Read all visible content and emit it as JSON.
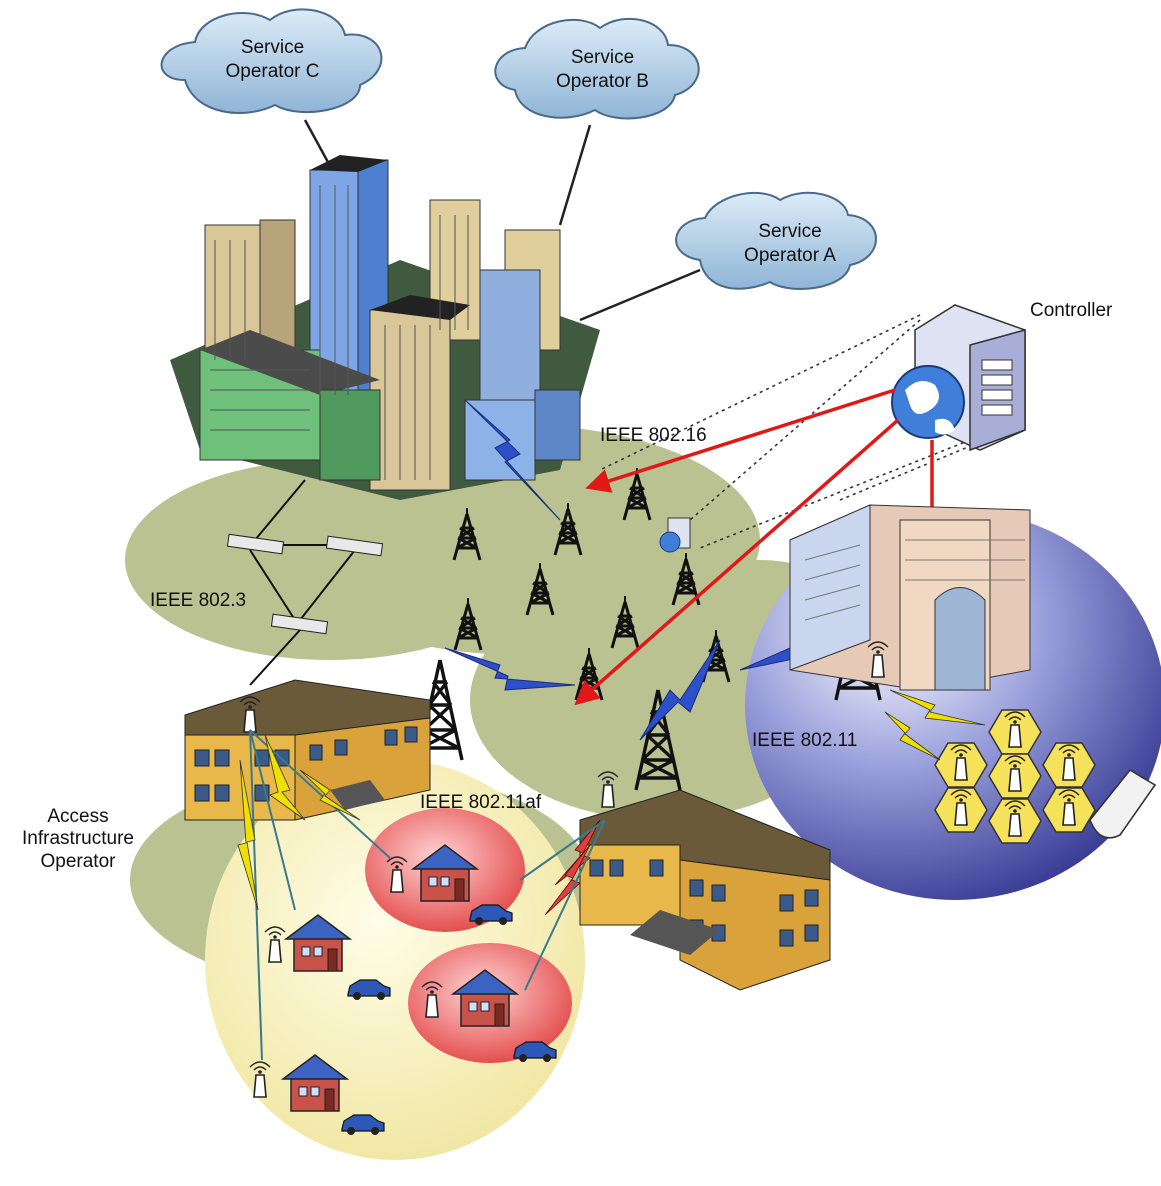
{
  "clouds": {
    "c": {
      "line1": "Service",
      "line2": "Operator C"
    },
    "b": {
      "line1": "Service",
      "line2": "Operator B"
    },
    "a": {
      "line1": "Service",
      "line2": "Operator A"
    }
  },
  "labels": {
    "controller": "Controller",
    "ieee_802_16": "IEEE 802.16",
    "ieee_802_3": "IEEE 802.3",
    "ieee_802_11": "IEEE 802.11",
    "ieee_802_11af": "IEEE 802.11af",
    "access_operator": {
      "line1": "Access",
      "line2": "Infrastructure",
      "line3": "Operator"
    }
  },
  "colors": {
    "cloud_fill": "#a9c8e0",
    "green_zone": "#b7c18f",
    "blue_zone": "#4a4ea8",
    "yellow_zone": "#f3efb2",
    "red_zone": "#e25a5a",
    "controller_arrow": "#e01818",
    "wireless_link": "#2d4fc9",
    "yellow_bolt": "#f0e000"
  }
}
